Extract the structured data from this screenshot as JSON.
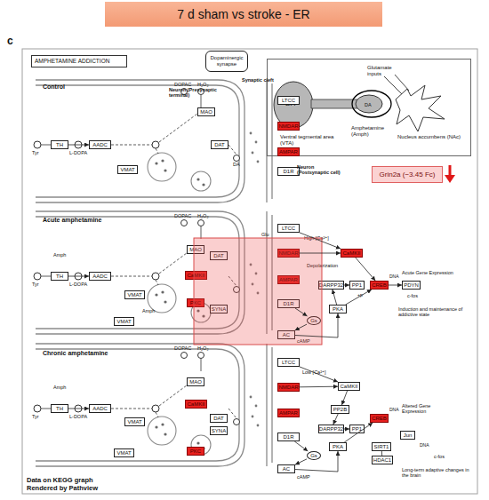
{
  "diagram": {
    "title": "7 d sham vs stroke - ER",
    "nodes": [
      {
        "text": [
          "AMPHETAMINE ADDICTION"
        ]
      },
      {
        "text": [
          "Dopaminergic synapse"
        ]
      },
      {
        "text": [
          "DA",
          "Glutamate inputs",
          "DA",
          "Ventral tegmental area (VTA)",
          "Amphetamine (Amph)",
          "Nucleus accumbens (NAc)"
        ]
      },
      {
        "text": [
          "Grin2a (−3.45 Fc)"
        ]
      },
      {
        "text": [
          "TH"
        ]
      },
      {
        "text": [
          "AADC"
        ]
      },
      {
        "text": [
          "VMAT"
        ]
      },
      {
        "text": [
          "MAO"
        ]
      },
      {
        "text": [
          "DAT"
        ]
      },
      {
        "text": [
          "LTCC"
        ]
      },
      {
        "text": [
          "NMDAR"
        ]
      },
      {
        "text": [
          "AMPAR"
        ]
      },
      {
        "text": [
          "D1R"
        ]
      },
      {
        "text": [
          "TH"
        ]
      },
      {
        "text": [
          "AADC"
        ]
      },
      {
        "text": [
          "VMAT"
        ]
      },
      {
        "text": [
          "VMAT"
        ]
      },
      {
        "text": [
          "MAO"
        ]
      },
      {
        "text": [
          "DAT"
        ]
      },
      {
        "text": [
          "CaMKII"
        ]
      },
      {
        "text": [
          "PKC"
        ]
      },
      {
        "text": [
          "SYNA"
        ]
      },
      {
        "text": [
          "LTCC"
        ]
      },
      {
        "text": [
          "NMDAR"
        ]
      },
      {
        "text": [
          "AMPAR"
        ]
      },
      {
        "text": [
          "D1R"
        ]
      },
      {
        "text": [
          "Gs"
        ]
      },
      {
        "text": [
          "AC"
        ]
      },
      {
        "text": [
          "CaMKII"
        ]
      },
      {
        "text": [
          "DARPP32"
        ]
      },
      {
        "text": [
          "PP1"
        ]
      },
      {
        "text": [
          "PKA"
        ]
      },
      {
        "text": [
          "CREB"
        ]
      },
      {
        "text": [
          "PDYN"
        ]
      },
      {
        "text": [
          "TH"
        ]
      },
      {
        "text": [
          "AADC"
        ]
      },
      {
        "text": [
          "VMAT"
        ]
      },
      {
        "text": [
          "VMAT"
        ]
      },
      {
        "text": [
          "MAO"
        ]
      },
      {
        "text": [
          "CaMKII"
        ]
      },
      {
        "text": [
          "DAT"
        ]
      },
      {
        "text": [
          "SYNA"
        ]
      },
      {
        "text": [
          "PKC"
        ]
      },
      {
        "text": [
          "LTCC"
        ]
      },
      {
        "text": [
          "NMDAR"
        ]
      },
      {
        "text": [
          "AMPAR"
        ]
      },
      {
        "text": [
          "D1R"
        ]
      },
      {
        "text": [
          "Gs"
        ]
      },
      {
        "text": [
          "AC"
        ]
      },
      {
        "text": [
          "CaMKII"
        ]
      },
      {
        "text": [
          "PP2B"
        ]
      },
      {
        "text": [
          "DARPP32"
        ]
      },
      {
        "text": [
          "PP1"
        ]
      },
      {
        "text": [
          "PKA"
        ]
      },
      {
        "text": [
          "CREB"
        ]
      },
      {
        "text": [
          "Jun"
        ]
      },
      {
        "text": [
          "SIRT1"
        ]
      },
      {
        "text": [
          "HDAC1"
        ]
      }
    ],
    "edges": [
      {
        "from": 4,
        "to": 5,
        "arrow": "to"
      },
      {
        "from": 13,
        "to": 14,
        "arrow": "to"
      },
      {
        "from": 34,
        "to": 35,
        "arrow": "to"
      },
      {
        "from": 22,
        "to": 28,
        "arrow": "to"
      },
      {
        "from": 23,
        "to": 28,
        "arrow": "to"
      },
      {
        "from": 28,
        "to": 32,
        "arrow": "to"
      },
      {
        "from": 25,
        "to": 26,
        "arrow": "to"
      },
      {
        "from": 26,
        "to": 27,
        "arrow": "to"
      },
      {
        "from": 27,
        "to": 31,
        "arrow": "to"
      },
      {
        "from": 31,
        "to": 29,
        "arrow": "to"
      },
      {
        "from": 29,
        "to": 30,
        "arrow": "to"
      },
      {
        "from": 31,
        "to": 32,
        "arrow": "to"
      },
      {
        "from": 32,
        "to": 33,
        "arrow": "to"
      },
      {
        "from": 43,
        "to": 49,
        "arrow": "to"
      },
      {
        "from": 44,
        "to": 49,
        "arrow": "to"
      },
      {
        "from": 49,
        "to": 50,
        "arrow": "to"
      },
      {
        "from": 50,
        "to": 51,
        "arrow": "to"
      },
      {
        "from": 51,
        "to": 52,
        "arrow": "to"
      },
      {
        "from": 46,
        "to": 47,
        "arrow": "to"
      },
      {
        "from": 47,
        "to": 48,
        "arrow": "to"
      },
      {
        "from": 48,
        "to": 53,
        "arrow": "to"
      },
      {
        "from": 53,
        "to": 54,
        "arrow": "to"
      },
      {
        "from": 56,
        "to": 57,
        "arrow": "none"
      }
    ],
    "labels": [
      "c",
      "Control",
      "Acute amphetamine",
      "Chronic amphetamine",
      "Neuron (Presynaptic terminal)",
      "Synaptic cleft",
      "Neuron (Postsynaptic cell)",
      "Tyr",
      "L-DOPA",
      "DOPAC",
      "H₂O₂",
      "DA",
      "Tyr",
      "L-DOPA",
      "DOPAC",
      "H₂O₂",
      "Amph",
      "Amph",
      "Glu",
      "High [Ca²⁺]",
      "Depolarization",
      "+p",
      "cAMP",
      "DNA",
      "Acute Gene Expression",
      "c-fos",
      "Induction and maintenance of addictive state",
      "Tyr",
      "L-DOPA",
      "DOPAC",
      "H₂O₂",
      "Amph",
      "Low [Ca²⁺]",
      "cAMP",
      "DNA",
      "Altered Gene Expression",
      "DNA",
      "c-fos",
      "Long-term adaptive changes in the brain",
      "Data on KEGG graph",
      "Rendered by Pathview"
    ]
  }
}
